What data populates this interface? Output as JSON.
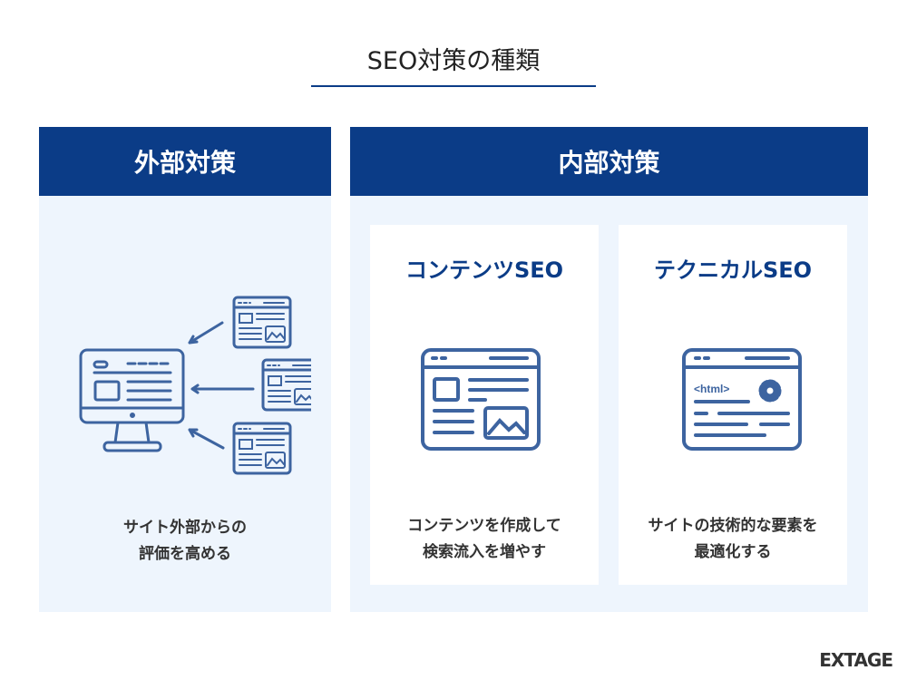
{
  "title": "SEO対策の種類",
  "external": {
    "header": "外部対策",
    "desc": [
      "サイト外部からの",
      "評価を高める"
    ]
  },
  "internal": {
    "header": "内部対策",
    "cards": [
      {
        "title": "コンテンツSEO",
        "desc": [
          "コンテンツを作成して",
          "検索流入を増やす"
        ]
      },
      {
        "title": "テクニカルSEO",
        "icon_text": "<html>",
        "desc": [
          "サイトの技術的な要素を",
          "最適化する"
        ]
      }
    ]
  },
  "logo": "EXTAGE",
  "colors": {
    "header": "#0b3c87",
    "icon": "#3d64a0",
    "panel": "#eef5fd"
  }
}
